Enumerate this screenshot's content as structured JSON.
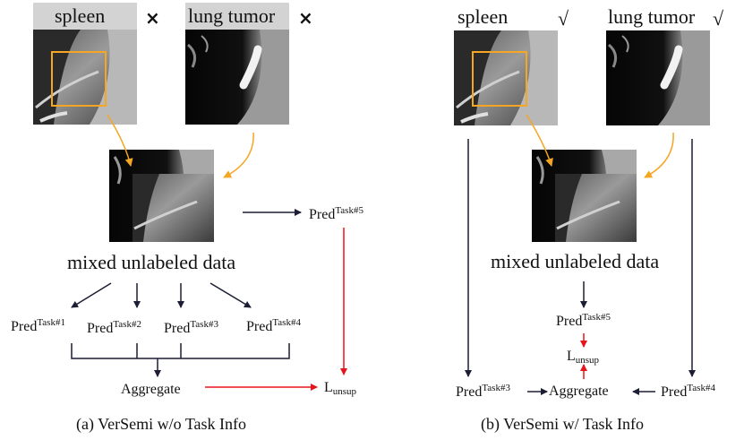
{
  "colors": {
    "arrow_dark": "#1c1e33",
    "arrow_red": "#e8141b",
    "arrow_orange": "#f5a623",
    "header_bg": "#d3d3d3"
  },
  "panel_a": {
    "image1_label": "spleen",
    "image2_label": "lung tumor",
    "image1_status": "×",
    "image2_status": "×",
    "image1_status_icon": "cross-icon",
    "mixed_label": "mixed unlabeled data",
    "pred_base": "Pred",
    "task1": "Task#1",
    "task2": "Task#2",
    "task3": "Task#3",
    "task4": "Task#4",
    "task5": "Task#5",
    "aggregate": "Aggregate",
    "loss_base": "L",
    "loss_sub": "unsup",
    "caption": "(a) VerSemi w/o Task Info"
  },
  "panel_b": {
    "image1_label": "spleen",
    "image2_label": "lung tumor",
    "image1_status": "√",
    "image2_status": "√",
    "image1_status_icon": "check-icon",
    "mixed_label": "mixed unlabeled data",
    "pred_base": "Pred",
    "task3": "Task#3",
    "task4": "Task#4",
    "task5": "Task#5",
    "aggregate": "Aggregate",
    "loss_base": "L",
    "loss_sub": "unsup",
    "caption": "(b) VerSemi w/ Task Info"
  }
}
